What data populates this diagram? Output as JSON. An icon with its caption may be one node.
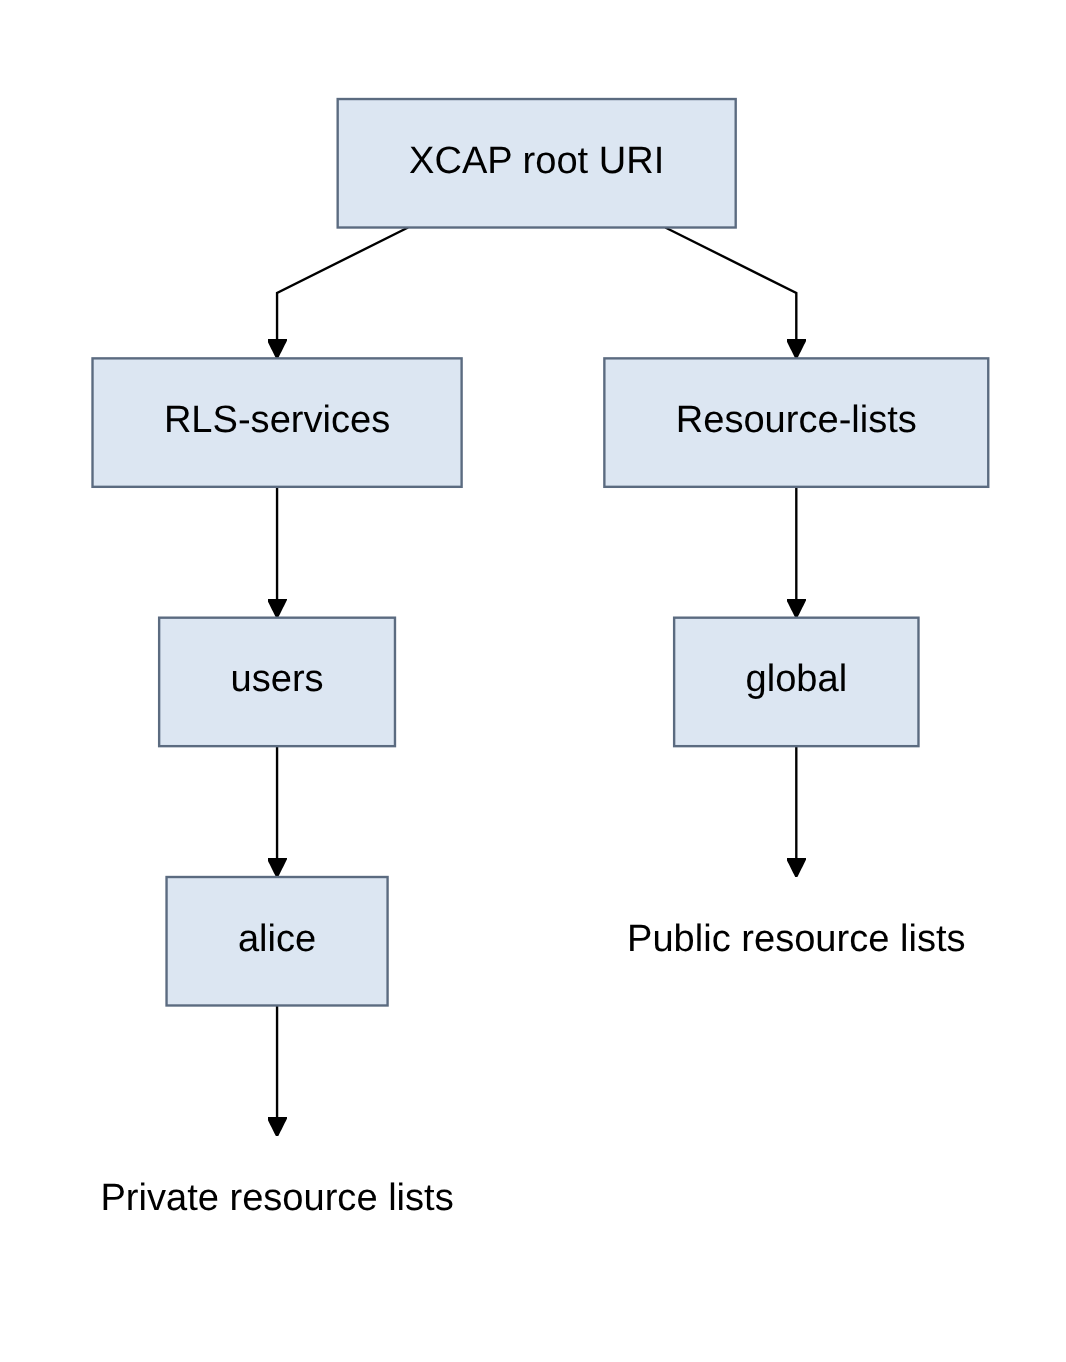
{
  "diagram": {
    "nodes": [
      {
        "text": [
          "XCAP root URI"
        ]
      },
      {
        "text": [
          "RLS-services"
        ]
      },
      {
        "text": [
          "Resource-lists"
        ]
      },
      {
        "text": [
          "users"
        ]
      },
      {
        "text": [
          "global"
        ]
      },
      {
        "text": [
          "alice"
        ]
      },
      {
        "text": [
          "Public resource lists"
        ]
      },
      {
        "text": [
          "Private resource lists"
        ]
      }
    ],
    "edges": [
      {
        "from": 0,
        "to": 1,
        "arrow": "to"
      },
      {
        "from": 0,
        "to": 2,
        "arrow": "to"
      },
      {
        "from": 1,
        "to": 3,
        "arrow": "to"
      },
      {
        "from": 2,
        "to": 4,
        "arrow": "to"
      },
      {
        "from": 3,
        "to": 5,
        "arrow": "to"
      },
      {
        "from": 4,
        "to": 6,
        "arrow": "to"
      },
      {
        "from": 5,
        "to": 7,
        "arrow": "to"
      }
    ]
  }
}
